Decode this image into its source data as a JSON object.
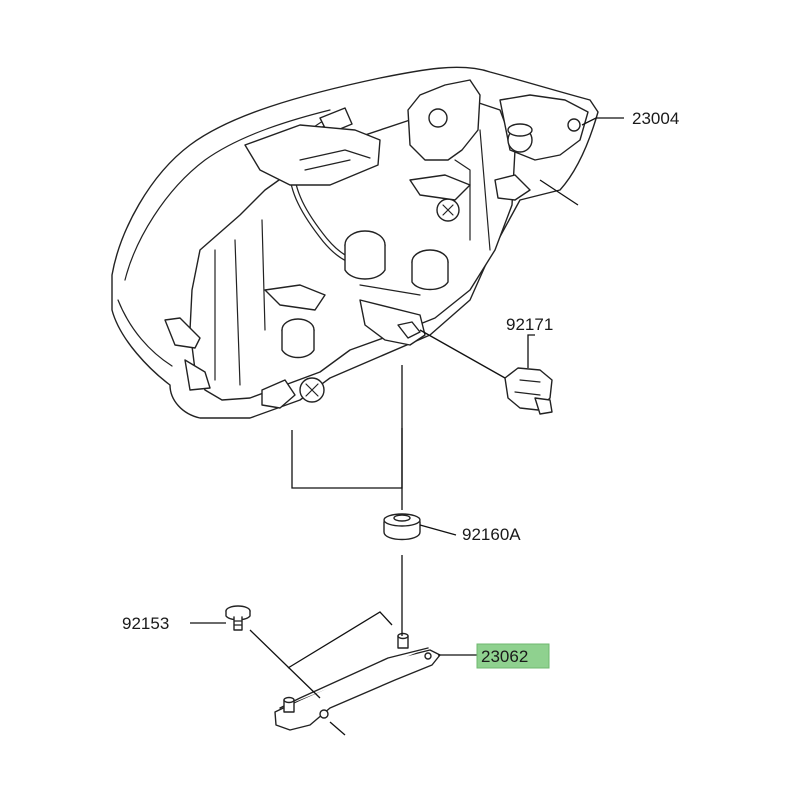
{
  "parts": [
    {
      "number": "23004"
    },
    {
      "number": "92171"
    },
    {
      "number": "92160A"
    },
    {
      "number": "92153"
    },
    {
      "number": "23062",
      "highlighted": true
    }
  ],
  "colors": {
    "highlight": "#8fd18f",
    "line": "#222222"
  }
}
